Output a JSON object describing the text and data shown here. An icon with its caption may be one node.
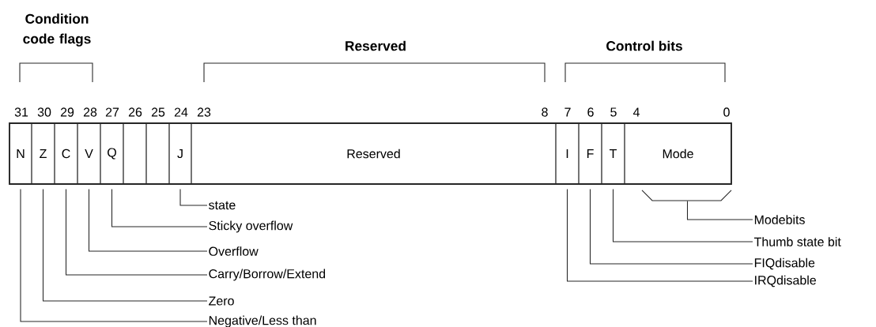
{
  "diagram": {
    "nodes": [
      {
        "text": [
          "N"
        ]
      },
      {
        "text": [
          "Z"
        ]
      },
      {
        "text": [
          "C"
        ]
      },
      {
        "text": [
          "V"
        ]
      },
      {
        "text": [
          "Q"
        ]
      },
      {
        "text": [],
        "shape": "box"
      },
      {
        "text": [],
        "shape": "box"
      },
      {
        "text": [
          "J"
        ]
      },
      {
        "text": [
          "Reserved"
        ]
      },
      {
        "text": [
          "I"
        ]
      },
      {
        "text": [
          "F"
        ]
      },
      {
        "text": [
          "T"
        ]
      },
      {
        "text": [
          "Mode"
        ]
      },
      {
        "text": [
          "state"
        ]
      },
      {
        "text": [
          "Sticky overflow"
        ]
      },
      {
        "text": [
          "Overflow"
        ]
      },
      {
        "text": [
          "Carry/Borrow/Extend"
        ]
      },
      {
        "text": [
          "Zero"
        ]
      },
      {
        "text": [
          "Negative/Less than"
        ]
      },
      {
        "text": [
          "Modebits"
        ]
      },
      {
        "text": [
          "Thumb state bit"
        ]
      },
      {
        "text": [
          "FIQdisable"
        ]
      },
      {
        "text": [
          "IRQdisable"
        ]
      }
    ],
    "edges": [
      {
        "from": 13,
        "to": 7,
        "arrow": "none"
      },
      {
        "from": 14,
        "to": 4,
        "arrow": "none"
      },
      {
        "from": 15,
        "to": 3,
        "arrow": "none"
      },
      {
        "from": 16,
        "to": 2,
        "arrow": "none"
      },
      {
        "from": 17,
        "to": 1,
        "arrow": "none"
      },
      {
        "from": 18,
        "to": 0,
        "arrow": "none"
      },
      {
        "from": 19,
        "to": 12,
        "arrow": "none"
      },
      {
        "from": 20,
        "to": 11,
        "arrow": "none"
      },
      {
        "from": 21,
        "to": 10,
        "arrow": "none"
      },
      {
        "from": 22,
        "to": 9,
        "arrow": "none"
      }
    ],
    "labels": [
      "Condition code flags",
      "Reserved",
      "Control bits",
      "31",
      "30",
      "29",
      "28",
      "27",
      "26",
      "25",
      "24",
      "23",
      "8",
      "7",
      "6",
      "5",
      "4",
      "0"
    ]
  }
}
